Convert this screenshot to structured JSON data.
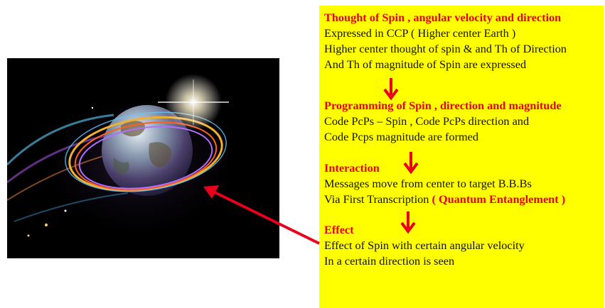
{
  "sections": [
    {
      "heading": "Thought  of Spin , angular velocity and direction",
      "lines": [
        "Expressed in CCP ( Higher center  Earth )",
        "Higher center thought of spin & and Th of Direction",
        "And Th of magnitude  of Spin are expressed"
      ]
    },
    {
      "heading": "Programming of Spin , direction and magnitude",
      "lines": [
        "Code PcPs – Spin , Code PcPs direction and",
        "Code Pcps magnitude are formed"
      ]
    },
    {
      "heading": "Interaction",
      "lines": [
        "Messages move from center to target B.B.Bs"
      ],
      "last_line_prefix": "Via First Transcription ",
      "last_line_highlight": "( Quantum Entanglement )"
    },
    {
      "heading": "Effect",
      "lines": [
        "Effect of Spin with certain  angular velocity",
        "In a certain direction is seen"
      ]
    }
  ],
  "colors": {
    "panel_background": "#ffff00",
    "heading_red": "#e8001c",
    "arrow_red": "#e8001c"
  },
  "icons": [
    "down-arrow-icon",
    "pointer-arrow-icon",
    "earth-image"
  ]
}
